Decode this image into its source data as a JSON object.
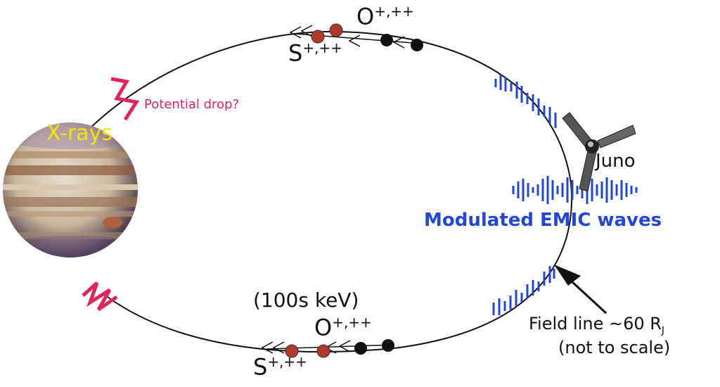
{
  "planet": {
    "label": "X-rays",
    "label_color": "#f2e600"
  },
  "potential_drop": {
    "label": "Potential drop?",
    "color": "#e0245e"
  },
  "top_ions": {
    "oxygen": "O",
    "oxygen_charge": "+,++",
    "sulfur": "S",
    "sulfur_charge": "+,++"
  },
  "bottom_ions": {
    "energy": "(100s keV)",
    "oxygen": "O",
    "oxygen_charge": "+,++",
    "sulfur": "S",
    "sulfur_charge": "+,++"
  },
  "spacecraft": {
    "label": "Juno"
  },
  "waves": {
    "label": "Modulated EMIC waves",
    "color": "#2246d8"
  },
  "field_line": {
    "line1": "Field line ~60 R",
    "subscript": "J",
    "line2": "(not to scale)"
  },
  "colors": {
    "sulfur": "#b03a2a",
    "oxygen": "#111111",
    "line": "#111111"
  }
}
